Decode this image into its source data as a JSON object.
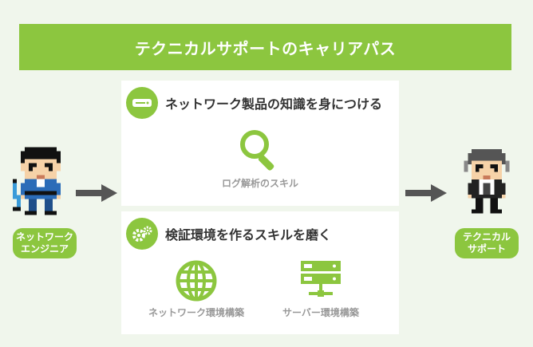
{
  "title": "テクニカルサポートのキャリアパス",
  "start_role": {
    "line1": "ネットワーク",
    "line2": "エンジニア"
  },
  "end_role": {
    "line1": "テクニカル",
    "line2": "サポート"
  },
  "cards": [
    {
      "heading": "ネットワーク製品の知識を身につける",
      "icon": "router-icon",
      "skills": [
        {
          "label": "ログ解析のスキル",
          "icon": "magnifier-icon"
        }
      ]
    },
    {
      "heading": "検証環境を作るスキルを磨く",
      "icon": "gears-icon",
      "skills": [
        {
          "label": "ネットワーク環境構築",
          "icon": "globe-icon"
        },
        {
          "label": "サーバー環境構築",
          "icon": "server-icon"
        }
      ]
    }
  ],
  "colors": {
    "accent": "#8cc63f",
    "background": "#f0f6ec",
    "arrow": "#555555"
  }
}
